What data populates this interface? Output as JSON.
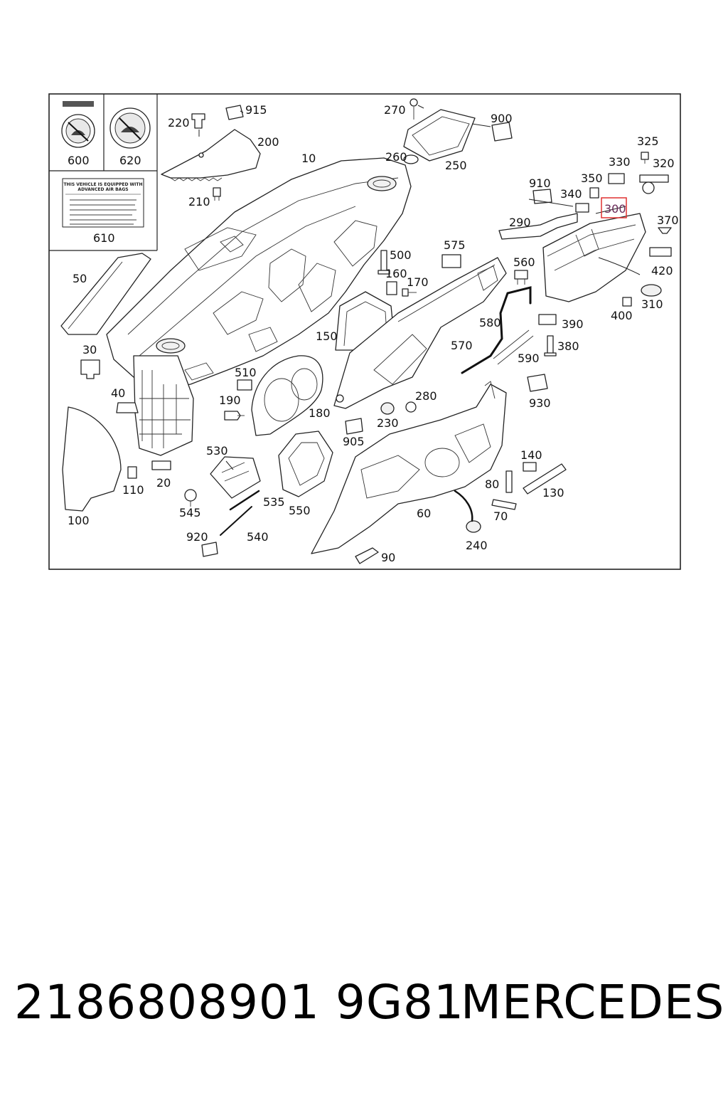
{
  "labels": {
    "l10": "10",
    "l20": "20",
    "l30": "30",
    "l40": "40",
    "l50": "50",
    "l60": "60",
    "l70": "70",
    "l80": "80",
    "l90": "90",
    "l100": "100",
    "l110": "110",
    "l130": "130",
    "l140": "140",
    "l150": "150",
    "l160": "160",
    "l170": "170",
    "l180": "180",
    "l190": "190",
    "l200": "200",
    "l210": "210",
    "l220": "220",
    "l230": "230",
    "l240": "240",
    "l250": "250",
    "l260": "260",
    "l270": "270",
    "l280": "280",
    "l290": "290",
    "l300": "300",
    "l310": "310",
    "l320": "320",
    "l325": "325",
    "l330": "330",
    "l340": "340",
    "l350": "350",
    "l370": "370",
    "l380": "380",
    "l390": "390",
    "l400": "400",
    "l420": "420",
    "l500": "500",
    "l510": "510",
    "l530": "530",
    "l535": "535",
    "l540": "540",
    "l545": "545",
    "l550": "550",
    "l560": "560",
    "l570": "570",
    "l575": "575",
    "l580": "580",
    "l590": "590",
    "l600": "600",
    "l610": "610",
    "l620": "620",
    "l900": "900",
    "l905": "905",
    "l910": "910",
    "l915": "915",
    "l920": "920",
    "l930": "930"
  },
  "label_610": {
    "heading": "THIS VEHICLE IS EQUIPPED WITH",
    "heading2": "ADVANCED AIR BAGS"
  },
  "highlight": {
    "part": "300",
    "color": "#e03030"
  },
  "footer": {
    "part_number": "2186808901 9G81",
    "brand": "MERCEDES"
  }
}
